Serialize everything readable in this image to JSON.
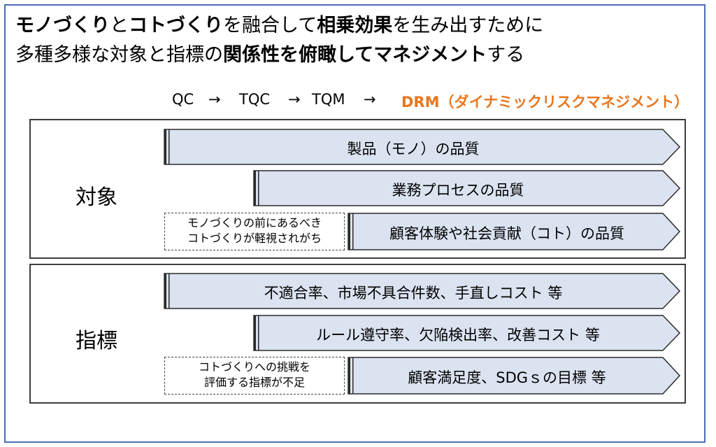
{
  "heading": {
    "line1": [
      {
        "text": "モノづくり",
        "bold": true
      },
      {
        "text": "と",
        "bold": false
      },
      {
        "text": "コトづくり",
        "bold": true
      },
      {
        "text": "を融合して",
        "bold": false
      },
      {
        "text": "相乗効果",
        "bold": true
      },
      {
        "text": "を生み出すために",
        "bold": false
      }
    ],
    "line2": [
      {
        "text": "多種多様な対象と指標の",
        "bold": false
      },
      {
        "text": "関係性を俯瞰してマネジメント",
        "bold": true
      },
      {
        "text": "する",
        "bold": false
      }
    ]
  },
  "evolution": {
    "qc": "QC",
    "arrow1": "→",
    "tqc": "TQC",
    "arrow2": "→",
    "tqm": "TQM",
    "arrow3": "→",
    "drm": "DRM（ダイナミックリスクマネジメント）",
    "drm_color": "#e8761e"
  },
  "groups": {
    "targets": {
      "label": "対象",
      "arrows": [
        "製品（モノ）の品質",
        "業務プロセスの品質",
        "顧客体験や社会貢献（コト）の品質"
      ],
      "note": [
        "モノづくりの前にあるべき",
        "コトづくりが軽視されがち"
      ]
    },
    "indicators": {
      "label": "指標",
      "arrows": [
        "不適合率、市場不具合件数、手直しコスト 等",
        "ルール遵守率、欠陥検出率、改善コスト 等",
        "顧客満足度、SDGｓの目標 等"
      ],
      "note": [
        "コトづくりへの挑戦を",
        "評価する指標が不足"
      ]
    }
  },
  "colors": {
    "arrow_fill": "#dbe3f1",
    "arrow_stroke": "#2b2b2b",
    "frame": "#4a6fb5"
  }
}
